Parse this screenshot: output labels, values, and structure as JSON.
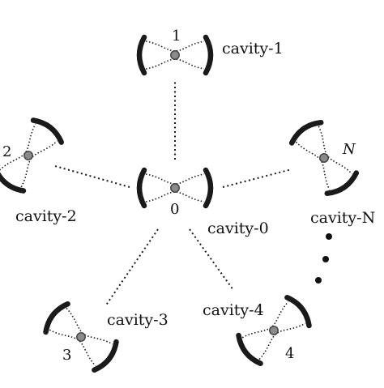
{
  "diagram": {
    "colors": {
      "ink": "#1a1a1a",
      "atom_fill": "#8a8a8a",
      "atom_stroke": "#444444"
    },
    "cavities": [
      {
        "id": "cavity-0",
        "index_label": "0",
        "name_label": "cavity-0"
      },
      {
        "id": "cavity-1",
        "index_label": "1",
        "name_label": "cavity-1"
      },
      {
        "id": "cavity-2",
        "index_label": "2",
        "name_label": "cavity-2"
      },
      {
        "id": "cavity-3",
        "index_label": "3",
        "name_label": "cavity-3"
      },
      {
        "id": "cavity-4",
        "index_label": "4",
        "name_label": "cavity-4"
      },
      {
        "id": "cavity-N",
        "index_label": "N",
        "name_label": "cavity-N"
      }
    ],
    "connections": [
      {
        "from": "cavity-0",
        "to": "cavity-1"
      },
      {
        "from": "cavity-0",
        "to": "cavity-2"
      },
      {
        "from": "cavity-0",
        "to": "cavity-3"
      },
      {
        "from": "cavity-0",
        "to": "cavity-4"
      },
      {
        "from": "cavity-0",
        "to": "cavity-N"
      }
    ],
    "continuation_marker": "vertical-ellipsis"
  }
}
